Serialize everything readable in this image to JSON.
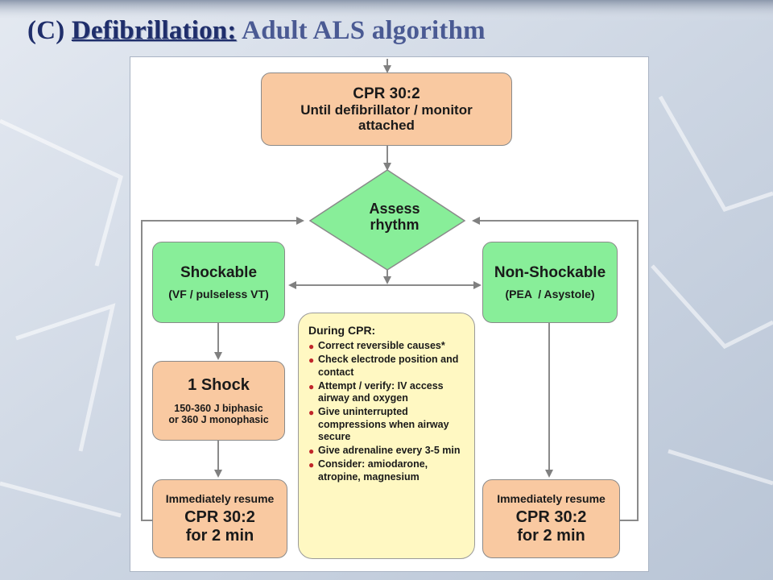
{
  "title": {
    "prefix": "(C)",
    "main": "Defibrillation:",
    "sub": "Adult ALS algorithm"
  },
  "flowchart": {
    "start": {
      "line1": "CPR 30:2",
      "line2": "Until defibrillator / monitor",
      "line3": "attached"
    },
    "assess": {
      "line1": "Assess",
      "line2": "rhythm"
    },
    "shockable": {
      "line1": "Shockable",
      "line2": "(VF / pulseless VT)"
    },
    "non_shockable": {
      "line1": "Non-Shockable",
      "line2": "(PEA  / Asystole)"
    },
    "shock": {
      "line1": "1 Shock",
      "line2": "150-360 J biphasic",
      "line3": "or 360 J monophasic"
    },
    "during_cpr": {
      "heading": "During CPR:",
      "items": [
        "Correct reversible causes*",
        "Check electrode position and contact",
        "Attempt / verify: IV access airway and oxygen",
        "Give uninterrupted compressions when airway secure",
        "Give adrenaline every 3-5 min",
        "Consider: amiodarone, atropine, magnesium"
      ]
    },
    "resume_left": {
      "line1": "Immediately resume",
      "line2": "CPR 30:2",
      "line3": "for 2 min"
    },
    "resume_right": {
      "line1": "Immediately resume",
      "line2": "CPR 30:2",
      "line3": "for 2 min"
    }
  },
  "colors": {
    "orange_box": "#f9c9a1",
    "green_box": "#88ee99",
    "yellow_box": "#fff8c2",
    "bullet": "#c0262a",
    "title_navy": "#1f2e6b"
  }
}
